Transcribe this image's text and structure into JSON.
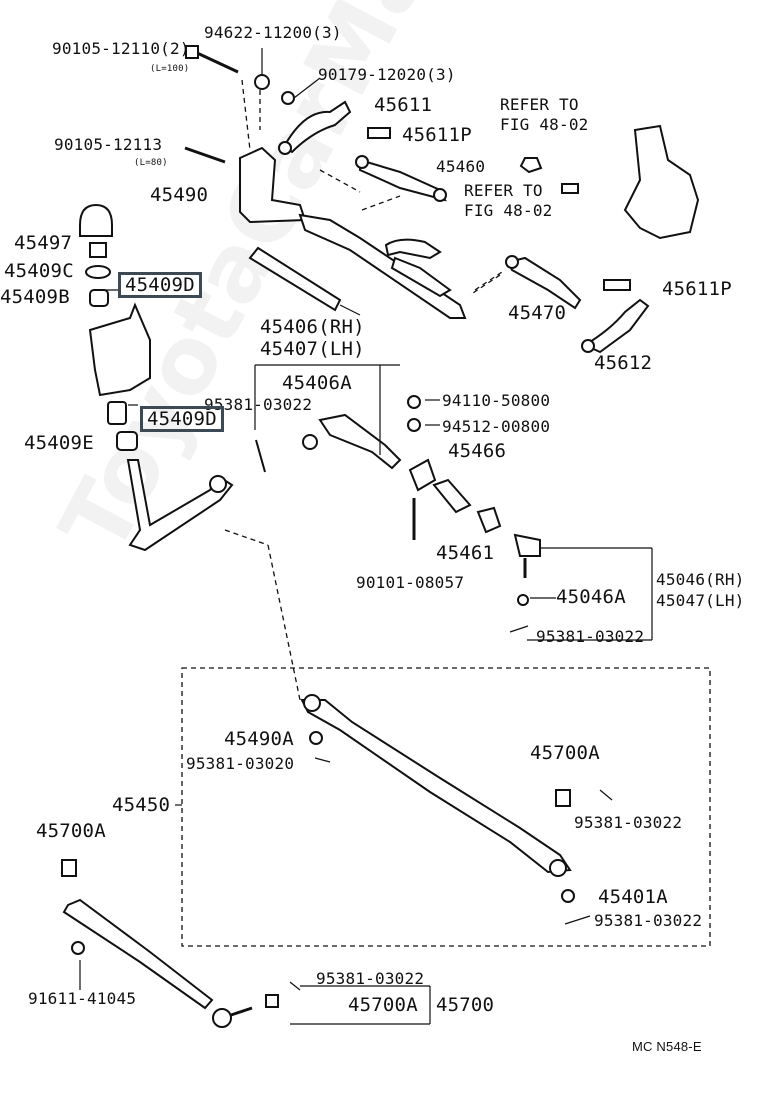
{
  "diagram": {
    "watermark": "ToyotaCarMaster.ru",
    "code": "MC N548-E",
    "labels": {
      "p94622": "94622-11200(3)",
      "p90105a": "90105-12110(2)",
      "p90105a_note": "(L=100)",
      "p90179": "90179-12020(3)",
      "p45611": "45611",
      "p45611p_top": "45611P",
      "refer1_a": "REFER TO",
      "refer1_b": "FIG 48-02",
      "p90105b": "90105-12113",
      "p90105b_note": "(L=80)",
      "p45460": "45460",
      "refer2_a": "REFER TO",
      "refer2_b": "FIG 48-02",
      "p45490": "45490",
      "p45497": "45497",
      "p45409c": "45409C",
      "p45409b": "45409B",
      "p45409d_top": "45409D",
      "p45611p_right": "45611P",
      "p45470": "45470",
      "p45406": "45406(RH)",
      "p45407": "45407(LH)",
      "p45406a": "45406A",
      "p45612": "45612",
      "p95381_a": "95381-03022",
      "p45409d_mid": "45409D",
      "p94110": "94110-50800",
      "p94512": "94512-00800",
      "p45409e": "45409E",
      "p45466": "45466",
      "p45461": "45461",
      "p90101": "90101-08057",
      "p45046": "45046(RH)",
      "p45047": "45047(LH)",
      "p45046a": "45046A",
      "p95381_b": "95381-03022",
      "p45490a": "45490A",
      "p95381_c": "95381-03020",
      "p45700a_right": "45700A",
      "p45450": "45450",
      "p95381_d": "95381-03022",
      "p45700a_left": "45700A",
      "p45401a": "45401A",
      "p95381_e": "95381-03022",
      "p91611": "91611-41045",
      "p95381_f": "95381-03022",
      "p45700a_bottom": "45700A",
      "p45700": "45700"
    }
  }
}
